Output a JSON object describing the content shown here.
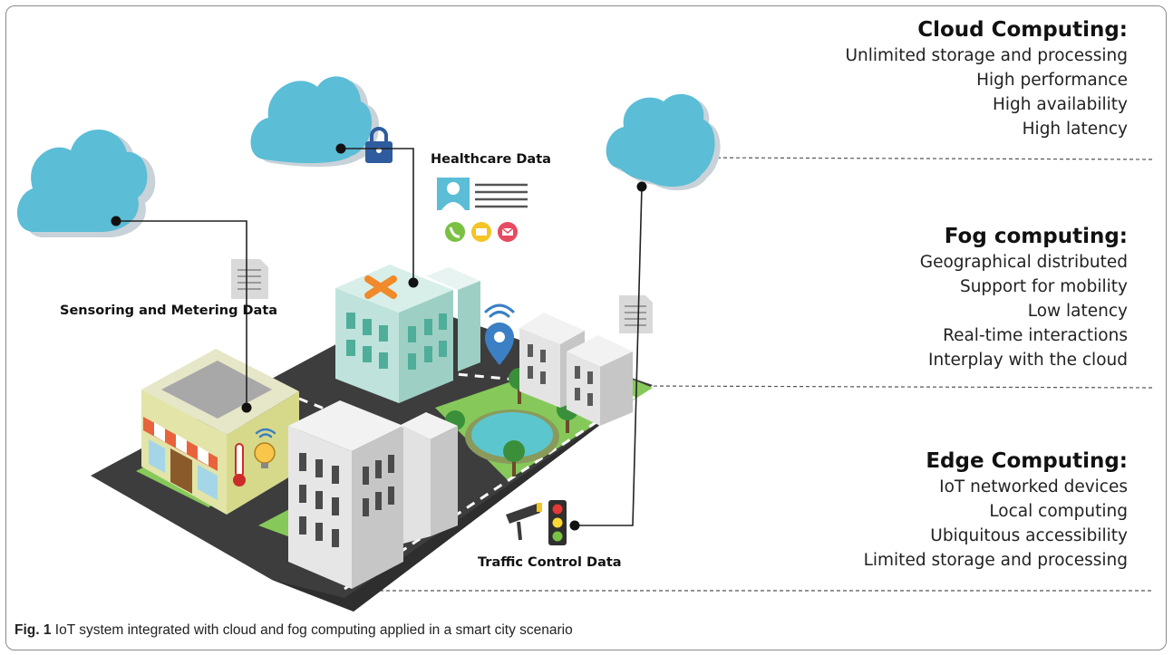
{
  "tiers": [
    {
      "heading": "Cloud Computing:",
      "items": [
        "Unlimited storage and processing",
        "High performance",
        "High availability",
        "High latency"
      ]
    },
    {
      "heading": "Fog computing:",
      "items": [
        "Geographical distributed",
        "Support for mobility",
        "Low latency",
        "Real-time interactions",
        "Interplay with the cloud"
      ]
    },
    {
      "heading": "Edge Computing:",
      "items": [
        "IoT networked devices",
        "Local computing",
        "Ubiquitous accessibility",
        "Limited storage and processing"
      ]
    }
  ],
  "data_labels": {
    "healthcare": "Healthcare Data",
    "sensoring": "Sensoring and Metering Data",
    "traffic": "Traffic Control Data"
  },
  "caption": {
    "prefix": "Fig. 1",
    "text": "IoT system integrated with cloud and fog computing applied in a smart city scenario"
  },
  "colors": {
    "cloud": "#5bbdd6",
    "cloud_shadow": "#c9d2d8",
    "road": "#3d3d3d",
    "grass": "#86c95a",
    "building": "#e8e8e8",
    "hospital": "#bfe3dc",
    "cross": "#f08a2a",
    "lock": "#2e5c9e",
    "pin": "#3b7fc4",
    "traffic_light": "#2f2f2f"
  },
  "icons": [
    "cloud-icon",
    "lock-icon",
    "document-icon",
    "wifi-icon",
    "location-pin-icon",
    "phone-icon",
    "message-icon",
    "email-icon",
    "thermometer-icon",
    "lightbulb-icon",
    "traffic-light-icon",
    "camera-icon",
    "patient-record-icon"
  ]
}
